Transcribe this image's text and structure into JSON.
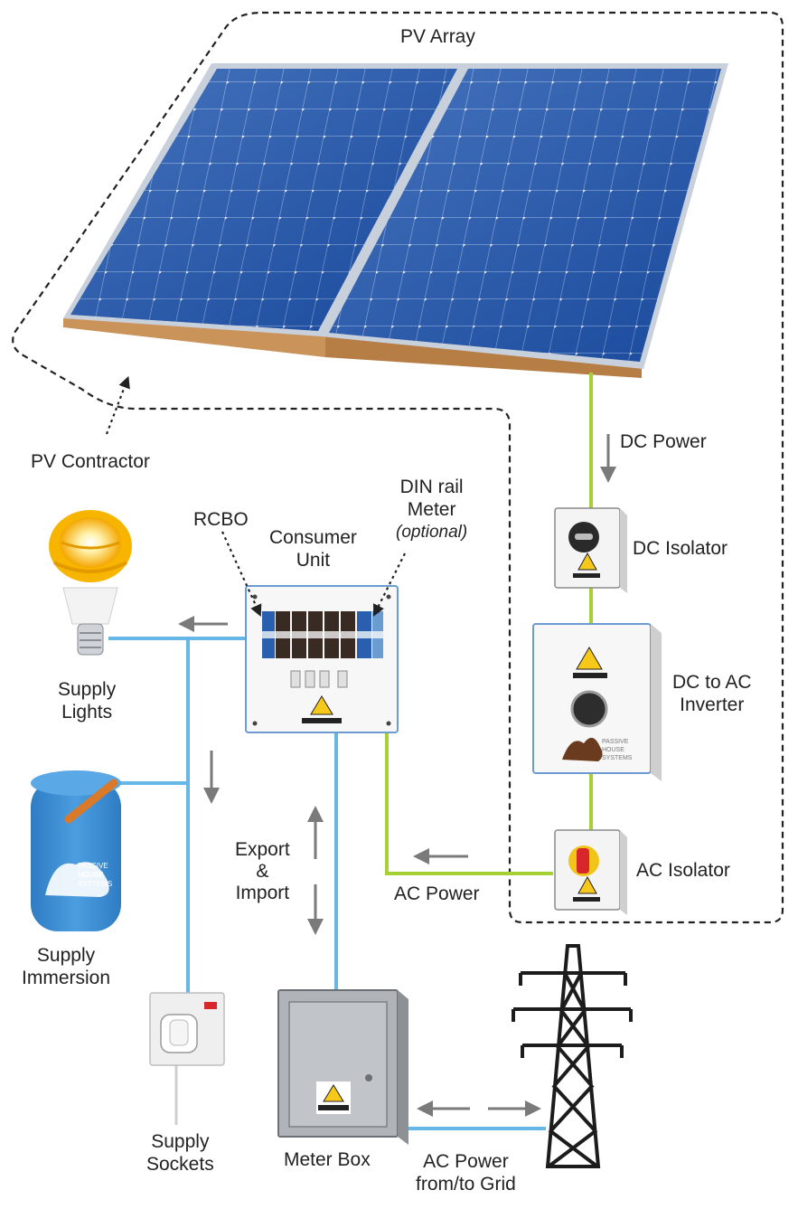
{
  "labels": {
    "pv_array": "PV Array",
    "pv_contractor": "PV Contractor",
    "dc_power": "DC Power",
    "dc_isolator": "DC Isolator",
    "dc_to_ac_inverter_line1": "DC to AC",
    "dc_to_ac_inverter_line2": "Inverter",
    "ac_isolator": "AC Isolator",
    "ac_power": "AC Power",
    "rcbo": "RCBO",
    "consumer_unit_line1": "Consumer",
    "consumer_unit_line2": "Unit",
    "din_rail_line1": "DIN rail",
    "din_rail_line2": "Meter",
    "din_rail_line3": "(optional)",
    "supply_lights_line1": "Supply",
    "supply_lights_line2": "Lights",
    "supply_immersion_line1": "Supply",
    "supply_immersion_line2": "Immersion",
    "supply_sockets_line1": "Supply",
    "supply_sockets_line2": "Sockets",
    "export_line1": "Export",
    "export_line2": "&",
    "export_line3": "Import",
    "meter_box": "Meter Box",
    "ac_grid_line1": "AC Power",
    "ac_grid_line2": "from/to Grid"
  },
  "brand": {
    "line1": "PASSIVE",
    "line2": "HOUSE",
    "line3": "SYSTEMS"
  },
  "colors": {
    "panel_blue": "#1f57b0",
    "panel_frame": "#c8d0dc",
    "panel_base": "#c9935a",
    "dc_line": "#a6d135",
    "ac_line": "#66b7e6",
    "dashed_border": "#222222",
    "arrow_gray": "#7a7a7a",
    "tank_blue": "#3f8fd6",
    "isolator_red": "#d9262b",
    "warning_yellow": "#f6c81a",
    "bulb_yellow": "#f7b500"
  }
}
